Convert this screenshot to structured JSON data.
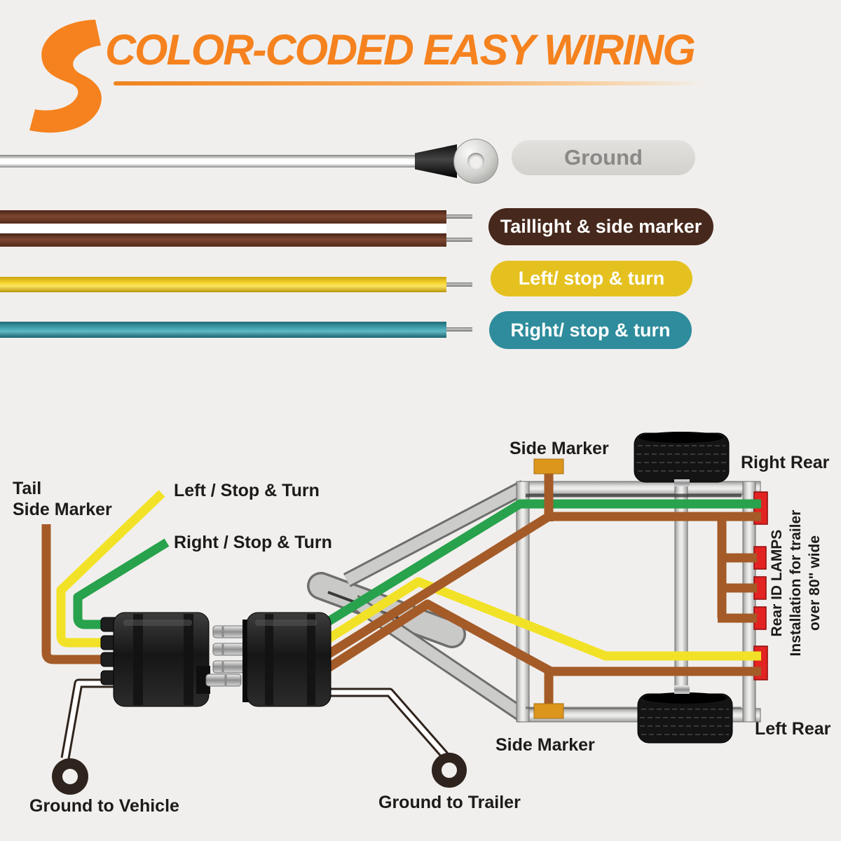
{
  "header": {
    "title": "COLOR-CODED EASY WIRING",
    "logo": "s-swoosh-icon"
  },
  "legend": {
    "ground": {
      "label": "Ground"
    },
    "taillight": {
      "label": "Taillight & side marker"
    },
    "left": {
      "label": "Left/ stop & turn"
    },
    "right": {
      "label": "Right/ stop & turn"
    }
  },
  "diagram": {
    "labels": {
      "side_marker_top": "Side Marker",
      "right_rear": "Right Rear",
      "tail_line1": "Tail",
      "tail_line2": "Side Marker",
      "left_stop_turn": "Left / Stop & Turn",
      "right_stop_turn": "Right / Stop & Turn",
      "side_marker_bottom": "Side Marker",
      "left_rear": "Left Rear",
      "ground_to_vehicle": "Ground to Vehicle",
      "ground_to_trailer": "Ground to Trailer",
      "rear_id_line1": "Rear ID LAMPS",
      "rear_id_line2": "Installation for trailer",
      "rear_id_line3": "over 80\" wide"
    }
  },
  "colors": {
    "accent_orange": "#F5821E",
    "background": "#F1EFED",
    "ground_pill": "#D9D8D4",
    "taillight_pill": "#46281C",
    "left_pill": "#E5C120",
    "right_pill": "#2E8C9C",
    "wire_white": "#FFFFFF",
    "wire_brown": "#6F3D28",
    "wire_yellow": "#F2CF24",
    "wire_teal": "#35929E",
    "diagram_green": "#28A24C",
    "diagram_yellow": "#F2E227",
    "diagram_brown": "#A45B28",
    "marker_orange": "#DD961C",
    "lamp_red": "#E32222"
  }
}
